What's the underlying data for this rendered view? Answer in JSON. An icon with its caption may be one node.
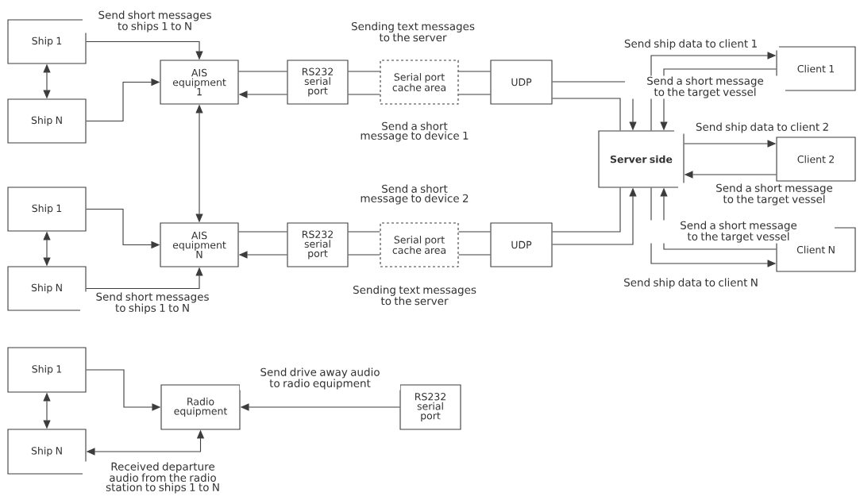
{
  "diagram": {
    "nodes": [
      {
        "text": [
          "Ship 1"
        ]
      },
      {
        "text": [
          "Ship N"
        ]
      },
      {
        "text": [
          "AIS equipment 1"
        ]
      },
      {
        "text": [
          "RS232 serial port"
        ]
      },
      {
        "text": [
          "Serial port cache area"
        ]
      },
      {
        "text": [
          "UDP"
        ]
      },
      {
        "text": [
          "Ship 1"
        ]
      },
      {
        "text": [
          "Ship N"
        ]
      },
      {
        "text": [
          "AIS equipment N"
        ]
      },
      {
        "text": [
          "RS232 serial port"
        ]
      },
      {
        "text": [
          "Serial port cache area"
        ]
      },
      {
        "text": [
          "UDP"
        ]
      },
      {
        "text": [
          "Server side"
        ]
      },
      {
        "text": [
          "Client 1"
        ]
      },
      {
        "text": [
          "Client 2"
        ]
      },
      {
        "text": [
          "Client N"
        ]
      },
      {
        "text": [
          "Ship 1"
        ]
      },
      {
        "text": [
          "Ship N"
        ]
      },
      {
        "text": [
          "Radio equipment"
        ]
      },
      {
        "text": [
          "RS232 serial port"
        ]
      }
    ],
    "edges": [
      {
        "from": 0,
        "to": 2,
        "arrow": "to",
        "label": "Send short messages to ships 1 to N"
      },
      {
        "from": 1,
        "to": 2,
        "arrow": "to"
      },
      {
        "from": 0,
        "to": 1,
        "arrow": "both"
      },
      {
        "from": 2,
        "to": 8,
        "arrow": "both"
      },
      {
        "from": 2,
        "to": 3,
        "arrow": "none"
      },
      {
        "from": 3,
        "to": 2,
        "arrow": "to"
      },
      {
        "from": 3,
        "to": 4,
        "arrow": "none"
      },
      {
        "from": 3,
        "to": 4,
        "arrow": "none"
      },
      {
        "from": 4,
        "to": 5,
        "arrow": "none"
      },
      {
        "from": 4,
        "to": 5,
        "arrow": "none"
      },
      {
        "from": 5,
        "to": 12,
        "arrow": "to"
      },
      {
        "from": 5,
        "to": 12,
        "arrow": "none"
      },
      {
        "from": 6,
        "to": 8,
        "arrow": "to"
      },
      {
        "from": 7,
        "to": 8,
        "arrow": "to",
        "label": "Send short messages to ships 1 to N"
      },
      {
        "from": 6,
        "to": 7,
        "arrow": "both"
      },
      {
        "from": 8,
        "to": 9,
        "arrow": "none"
      },
      {
        "from": 9,
        "to": 8,
        "arrow": "to"
      },
      {
        "from": 9,
        "to": 10,
        "arrow": "none"
      },
      {
        "from": 9,
        "to": 10,
        "arrow": "none"
      },
      {
        "from": 10,
        "to": 11,
        "arrow": "none"
      },
      {
        "from": 10,
        "to": 11,
        "arrow": "none"
      },
      {
        "from": 11,
        "to": 12,
        "arrow": "to"
      },
      {
        "from": 11,
        "to": 12,
        "arrow": "none"
      },
      {
        "from": 12,
        "to": 13,
        "arrow": "to",
        "label": "Send ship data to client 1"
      },
      {
        "from": 13,
        "to": 12,
        "arrow": "to",
        "label": "Send a short message to the target vessel"
      },
      {
        "from": 12,
        "to": 14,
        "arrow": "to",
        "label": "Send ship data to client 2"
      },
      {
        "from": 14,
        "to": 12,
        "arrow": "to",
        "label": "Send a short message to the target vessel"
      },
      {
        "from": 15,
        "to": 12,
        "arrow": "to",
        "label": "Send a short message to the target vessel"
      },
      {
        "from": 12,
        "to": 15,
        "arrow": "to",
        "label": "Send ship data to client N"
      },
      {
        "from": 16,
        "to": 18,
        "arrow": "to"
      },
      {
        "from": 16,
        "to": 17,
        "arrow": "both"
      },
      {
        "from": 18,
        "to": 17,
        "arrow": "both",
        "label": "Received departure audio from the radio station to ships 1 to N"
      },
      {
        "from": 19,
        "to": 18,
        "arrow": "to",
        "label": "Send drive away audio to radio equipment"
      }
    ],
    "labels": [
      "Sending text messages to the server",
      "Send a short message to device 1",
      "Send a short message to device 2",
      "Sending text messages to the server"
    ]
  }
}
